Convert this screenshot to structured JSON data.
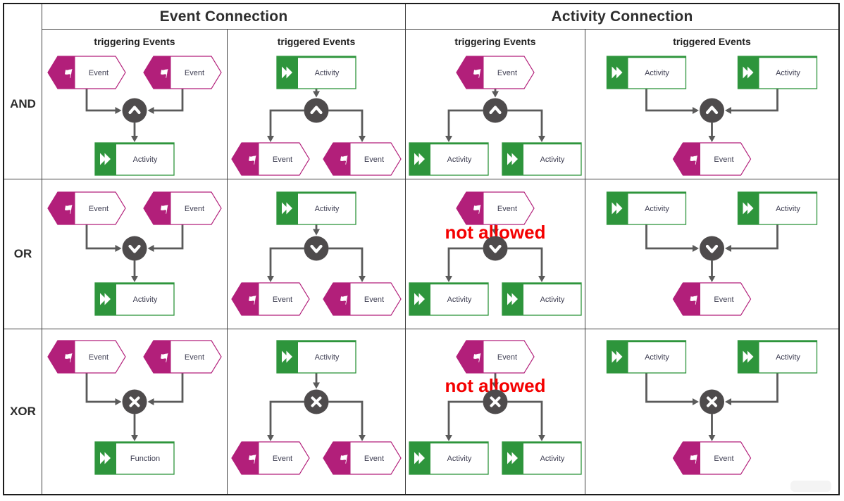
{
  "title_row": {
    "event_connection": "Event Connection",
    "activity_connection": "Activity Connection"
  },
  "sub_headers": [
    "triggering Events",
    "triggered Events",
    "triggering Events",
    "triggered Events"
  ],
  "node_labels": {
    "event": "Event",
    "activity": "Activity",
    "function": "Function"
  },
  "not_allowed_text": "not allowed",
  "rows": [
    {
      "label": "AND",
      "operator": "and",
      "cells": [
        {
          "pattern": "converge",
          "top": [
            "event",
            "event"
          ],
          "bottom": "activity"
        },
        {
          "pattern": "diverge",
          "top": "activity",
          "bottom": [
            "event",
            "event"
          ]
        },
        {
          "pattern": "diverge",
          "top": "event",
          "bottom": [
            "activity",
            "activity"
          ]
        },
        {
          "pattern": "converge",
          "top": [
            "activity",
            "activity"
          ],
          "bottom": "event"
        }
      ]
    },
    {
      "label": "OR",
      "operator": "or",
      "cells": [
        {
          "pattern": "converge",
          "top": [
            "event",
            "event"
          ],
          "bottom": "activity"
        },
        {
          "pattern": "diverge",
          "top": "activity",
          "bottom": [
            "event",
            "event"
          ]
        },
        {
          "pattern": "diverge",
          "top": "event",
          "bottom": [
            "activity",
            "activity"
          ],
          "note": "not allowed"
        },
        {
          "pattern": "converge",
          "top": [
            "activity",
            "activity"
          ],
          "bottom": "event"
        }
      ]
    },
    {
      "label": "XOR",
      "operator": "xor",
      "cells": [
        {
          "pattern": "converge",
          "top": [
            "event",
            "event"
          ],
          "bottom": "function"
        },
        {
          "pattern": "diverge",
          "top": "activity",
          "bottom": [
            "event",
            "event"
          ]
        },
        {
          "pattern": "diverge",
          "top": "event",
          "bottom": [
            "activity",
            "activity"
          ],
          "note": "not allowed"
        },
        {
          "pattern": "converge",
          "top": [
            "activity",
            "activity"
          ],
          "bottom": "event"
        }
      ]
    }
  ],
  "icons": {
    "event_icon": "flag-icon",
    "activity_icon": "fast-forward-icon",
    "and_glyph": "chevron-up-icon",
    "or_glyph": "chevron-down-icon",
    "xor_glyph": "x-icon"
  },
  "colors": {
    "event_magenta": "#b21f7a",
    "activity_green": "#2e953c",
    "connector_gray": "#4e4b4c",
    "arrow_gray": "#5a5a5a",
    "not_allowed_red": "#f40000",
    "node_text": "#3e3e52",
    "grid_line": "#424242",
    "outer_border": "#1c1c1c",
    "header_text": "#2e2e2e"
  }
}
